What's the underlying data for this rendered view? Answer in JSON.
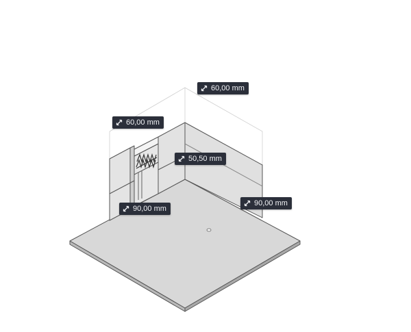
{
  "viewer": {
    "dimensions": [
      {
        "id": "top-depth",
        "icon": "diagonal-arrow-icon",
        "label": "60,00 mm"
      },
      {
        "id": "left-height",
        "icon": "diagonal-arrow-icon",
        "label": "60,00 mm"
      },
      {
        "id": "inner-height",
        "icon": "diagonal-arrow-icon",
        "label": "50,50 mm"
      },
      {
        "id": "left-width",
        "icon": "diagonal-arrow-icon",
        "label": "90,00 mm"
      },
      {
        "id": "right-width",
        "icon": "diagonal-arrow-icon",
        "label": "90,00 mm"
      }
    ]
  },
  "colors": {
    "base_top": "#d9d9d9",
    "base_side": "#bdbdbd",
    "wall_face": "#dedede",
    "edge": "#555555",
    "tag_bg": "#2b2f3a",
    "tag_text": "#f3f4f7"
  }
}
